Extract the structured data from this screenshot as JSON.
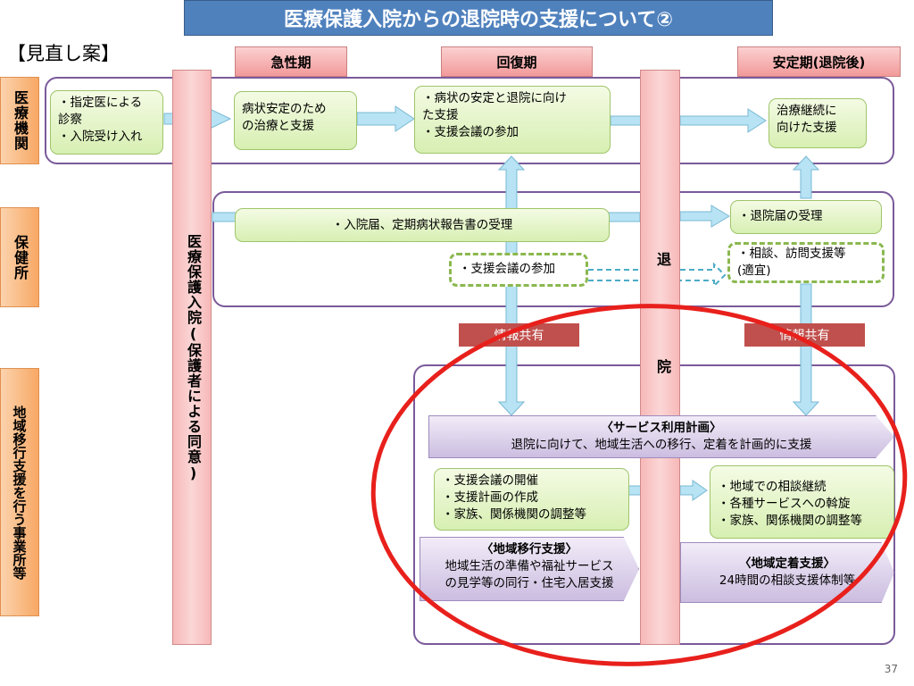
{
  "title": "医療保護入院からの退院時の支援について②",
  "plan_label": "【見直し案】",
  "phases": [
    "急性期",
    "回復期",
    "安定期(退院後)"
  ],
  "row_labels": [
    "医療機関",
    "保健所",
    "地域移行支援を行う事業所等"
  ],
  "pillars": {
    "admission": "医療保護入院(保護者による同意)",
    "discharge_top": "退",
    "discharge_bottom": "院"
  },
  "medical": {
    "box1": [
      "・指定医による",
      "診察",
      "・入院受け入れ"
    ],
    "box2": [
      "病状安定のため",
      "の治療と支援"
    ],
    "box3": [
      "・病状の安定と退院に向け",
      "た支援",
      "・支援会議の参加"
    ],
    "box4": [
      "治療継続に",
      "向けた支援"
    ]
  },
  "health_center": {
    "box1": "・入院届、定期病状報告書の受理",
    "box2": "・支援会議の参加",
    "box3": "・退院届の受理",
    "box4": [
      "・相談、訪問支援等",
      "(適宜)"
    ]
  },
  "info_share": [
    "情報共有",
    "情報共有"
  ],
  "community": {
    "plan_title": "〈サービス利用計画〉",
    "plan_text": "退院に向けて、地域生活への移行、定着を計画的に支援",
    "box1": [
      "・支援会議の開催",
      "・支援計画の作成",
      "・家族、関係機関の調整等"
    ],
    "box2": [
      "・地域での相談継続",
      "・各種サービスへの斡旋",
      "・家族、関係機関の調整等"
    ],
    "transition_title": "〈地域移行支援〉",
    "transition_text": [
      "地域生活の準備や福祉サービス",
      "の見学等の同行・住宅入居支援"
    ],
    "settlement_title": "〈地域定着支援〉",
    "settlement_text": "24時間の相談支援体制等"
  },
  "page_number": "37",
  "colors": {
    "title_bg": "#4f81bd",
    "phase_bg": "#f29a9a",
    "row_label_bg": "#f7a865",
    "band_border": "#7a5a9a",
    "green_box": "#d7efb2",
    "info_share_bg": "#c0504d",
    "purple_box": "#cbbde0",
    "arrow_blue": "#b7e3f4",
    "highlight_circle": "#e8201c"
  }
}
